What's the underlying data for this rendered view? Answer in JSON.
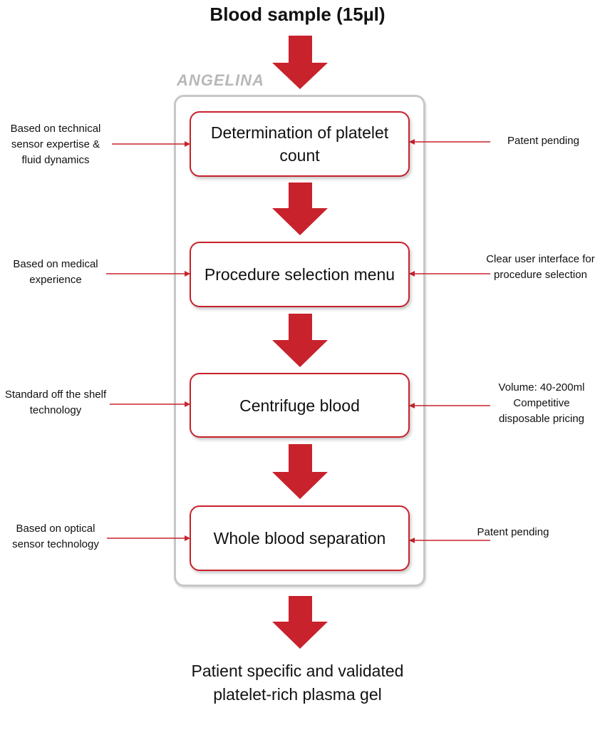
{
  "input": {
    "label": "Blood sample (15µl)"
  },
  "container": {
    "label": "ANGELINA"
  },
  "steps": [
    {
      "title": "Determination of platelet count",
      "left_note": "Based on technical sensor expertise & fluid dynamics",
      "right_note": "Patent pending"
    },
    {
      "title": "Procedure selection menu",
      "left_note": "Based on medical experience",
      "right_note": "Clear user interface for procedure selection"
    },
    {
      "title": "Centrifuge blood",
      "left_note": "Standard off the shelf technology",
      "right_note": "Volume: 40-200ml Competitive disposable pricing"
    },
    {
      "title": "Whole blood separation",
      "left_note": "Based on optical sensor technology",
      "right_note": "Patent pending"
    }
  ],
  "output": {
    "label": "Patient specific and validated platelet-rich plasma gel"
  },
  "colors": {
    "accent": "#c8222c",
    "container_border": "#c7c7c7"
  },
  "icons": {
    "flow_arrow": "down-arrow-icon",
    "annotation_arrow": "right-arrow-icon"
  }
}
